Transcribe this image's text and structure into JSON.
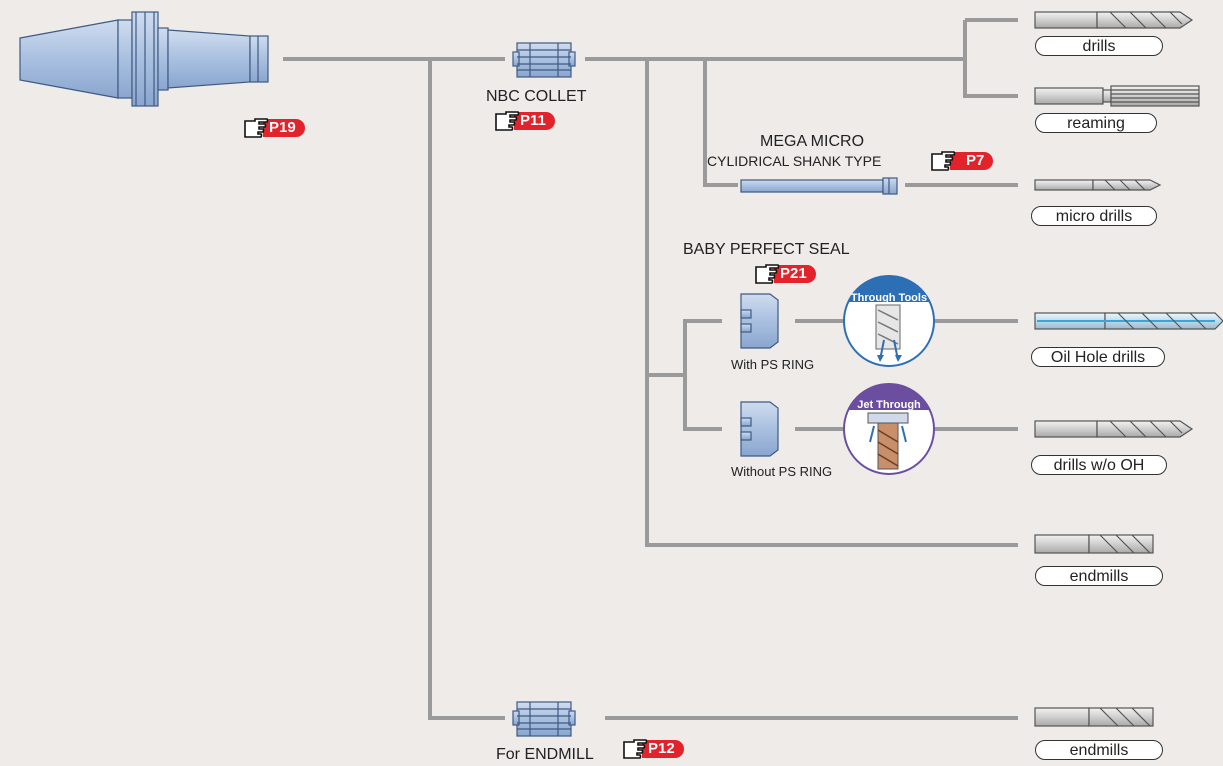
{
  "references": {
    "holder": "P19",
    "nbc_collet": "P11",
    "mega_micro": "P7",
    "baby_perfect_seal": "P21",
    "for_endmill": "P12"
  },
  "labels": {
    "nbc_collet": "NBC COLLET",
    "mega_micro_line1": "MEGA MICRO",
    "mega_micro_line2": "CYLIDRICAL SHANK TYPE",
    "baby_perfect_seal": "BABY PERFECT SEAL",
    "with_ps_ring": "With PS RING",
    "without_ps_ring": "Without PS RING",
    "for_endmill": "For ENDMILL",
    "through_tools": "Through Tools",
    "jet_through": "Jet Through"
  },
  "tools": [
    {
      "id": "drills",
      "label": "drills"
    },
    {
      "id": "reaming",
      "label": "reaming"
    },
    {
      "id": "micro-drills",
      "label": "micro drills"
    },
    {
      "id": "oil-hole-drills",
      "label": "Oil Hole drills"
    },
    {
      "id": "drills-wo-oh",
      "label": "drills w/o OH"
    },
    {
      "id": "endmills-1",
      "label": "endmills"
    },
    {
      "id": "endmills-2",
      "label": "endmills"
    }
  ],
  "colors": {
    "background": "#eeebe9",
    "line": "#9a9a9a",
    "part_fill": "#b7cbe6",
    "part_stroke": "#3f5a82",
    "tool_fill": "#d6d6d6",
    "ref_badge": "#e3232b",
    "through_badge": "#2c6fb5",
    "jet_badge": "#6b4ea0"
  }
}
